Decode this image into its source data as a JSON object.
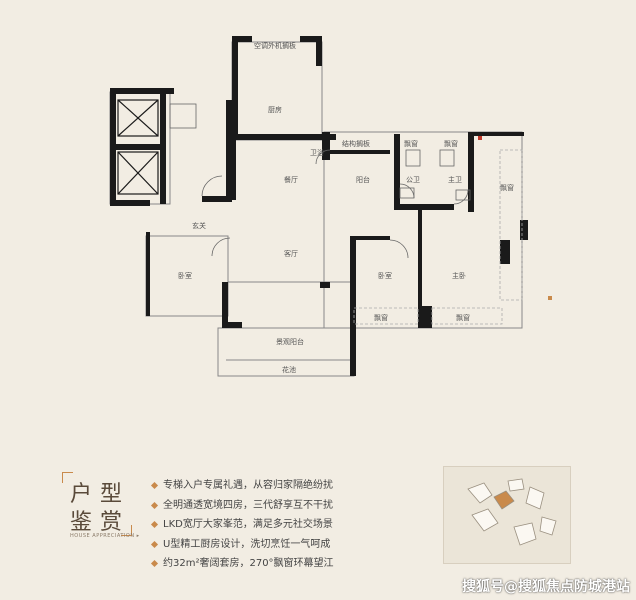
{
  "rooms": {
    "ac_board": "空调外机搁板",
    "kitchen": "厨房",
    "dining": "餐厅",
    "struct_board": "结构搁板",
    "bay_1": "飘窗",
    "bay_2": "飘窗",
    "bay_3": "飘窗",
    "bay_4": "飘窗",
    "bay_5": "飘窗",
    "balcony": "阳台",
    "public_bath": "公卫",
    "master_bath": "主卫",
    "foyer": "玄关",
    "living": "客厅",
    "bedroom_left": "卧室",
    "bedroom_mid": "卧室",
    "master_bed": "主卧",
    "view_balcony": "景观阳台",
    "flower_bed": "花池",
    "bath_tag": "卫浴"
  },
  "title": {
    "line1": "户型",
    "line2": "鉴赏",
    "english": "HOUSE APPRECIATION ▸"
  },
  "features": [
    "专梯入户专属礼遇，从容归家隔绝纷扰",
    "全明通透宽境四房，三代舒享互不干扰",
    "LKD宽厅大家峯范，满足多元社交场景",
    "U型精工厨房设计，洗切烹饪一气呵成",
    "约32m²奢阔套房，270°飘窗环幕望江"
  ],
  "watermark": "搜狐号@搜狐焦点防城港站",
  "colors": {
    "wall": "#1a1a1a",
    "accent": "#c98a4b",
    "accent_red": "#c0392b",
    "background": "#f2ede3"
  }
}
